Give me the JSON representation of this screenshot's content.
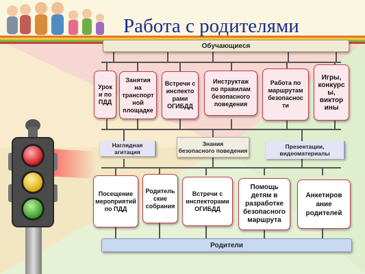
{
  "title": "Работа с родителями",
  "top_bar": "Обучающиеся",
  "bottom_bar": "Родители",
  "top_boxes": [
    "Урок\nи по\nПДД",
    "Занятия на\nтранспорт\nной\nплощадке",
    "Встречи с\nинспекто\nрами\nОГИБДД",
    "Инструктаж\nпо правилам\nбезопасного\nповедения",
    "Работа по\nмаршрутам\nбезопаснос\nти",
    "Игры,\nконкурс\nы,\nвиктор\nины"
  ],
  "middle": {
    "left": "Наглядная агитация",
    "center": "Знания\nбезопасного поведения",
    "right": "Презентации,\nвидеоматериалы"
  },
  "bottom_boxes": [
    "Посещение\nмероприятий\nпо ПДД",
    "Родитель\nские\nсобрания",
    "Встречи с\nинспекторами\nОГИБДД",
    "Помощь\nдетям в\nразработке\nбезопасного\nмаршрута",
    "Анкетиров\nание\nродителей"
  ],
  "colors": {
    "title": "#1b2c8f",
    "box_border": "#c0404e",
    "box_fill": "#fbe8ec",
    "middle_bar": "#e4e4f6",
    "bottom_bar": "#c9d9f2",
    "top_bar": "#f1ebd6"
  },
  "icons": [
    "traffic-light-icon",
    "family-illustration"
  ]
}
